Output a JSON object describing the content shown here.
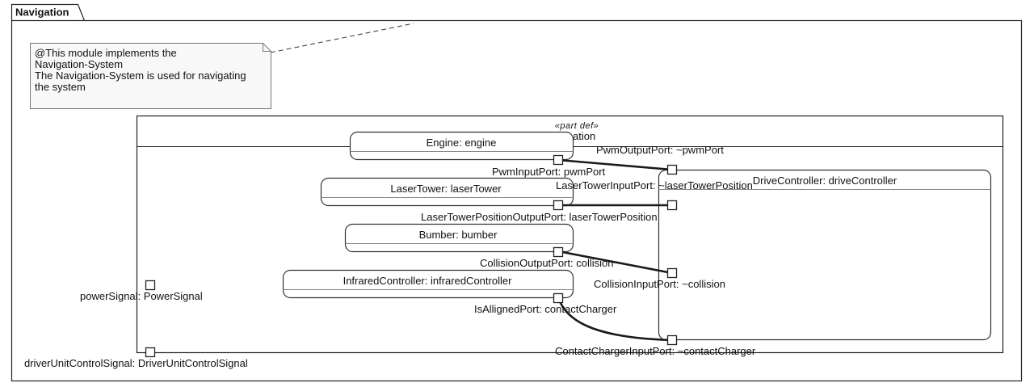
{
  "frame": {
    "title": "Navigation"
  },
  "note": {
    "lines": [
      "@This module implements the",
      "Navigation-System",
      "The Navigation-System is used for navigating",
      "the system"
    ]
  },
  "part_def": {
    "stereotype": "«part def»",
    "name_fragment": "ation"
  },
  "parts": {
    "engine": "Engine: engine",
    "laser_tower": "LaserTower: laserTower",
    "bumber": "Bumber: bumber",
    "infrared": "InfraredController: infraredController",
    "drive": "DriveController: driveController"
  },
  "ports": {
    "pwm_output": "PwmOutputPort: ~pwmPort",
    "pwm_input": "PwmInputPort: pwmPort",
    "laser_tower_input": "LaserTowerInputPort: ~laserTowerPosition",
    "laser_tower_position_output": "LaserTowerPositionOutputPort: laserTowerPosition",
    "collision_output": "CollisionOutputPort: collision",
    "collision_input": "CollisionInputPort: ~collision",
    "is_alligned": "IsAllignedPort: contactCharger",
    "contact_charger_input": "ContactChargerInputPort: ~contactCharger",
    "power_signal": "powerSignal: PowerSignal",
    "driver_unit_control": "driverUnitControlSignal: DriverUnitControlSignal"
  }
}
